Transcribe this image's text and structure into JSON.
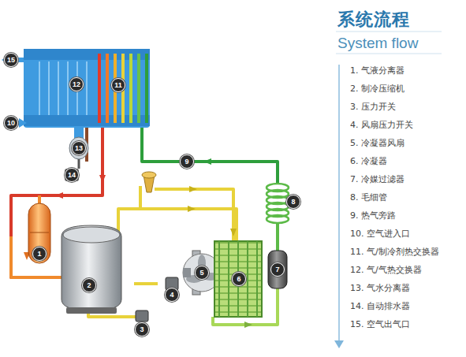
{
  "diagram": {
    "title": "系统流程",
    "labels": [
      "System flow",
      "15",
      "12",
      "11",
      "10",
      "13",
      "14",
      "9",
      "8",
      "1",
      "2",
      "3",
      "4",
      "5",
      "6",
      "7",
      "1. 气液分离器",
      "2. 制冷压缩机",
      "3. 压力开关",
      "4. 风扇压力开关",
      "5. 冷凝器风扇",
      "6. 冷凝器",
      "7. 冷媒过滤器",
      "8. 毛细管",
      "9. 热气旁路",
      "10. 空气进入口",
      "11. 气/制冷剂热交换器",
      "12. 气/气热交换器",
      "13. 气水分离器",
      "14. 自动排水器",
      "15. 空气出气口"
    ]
  }
}
